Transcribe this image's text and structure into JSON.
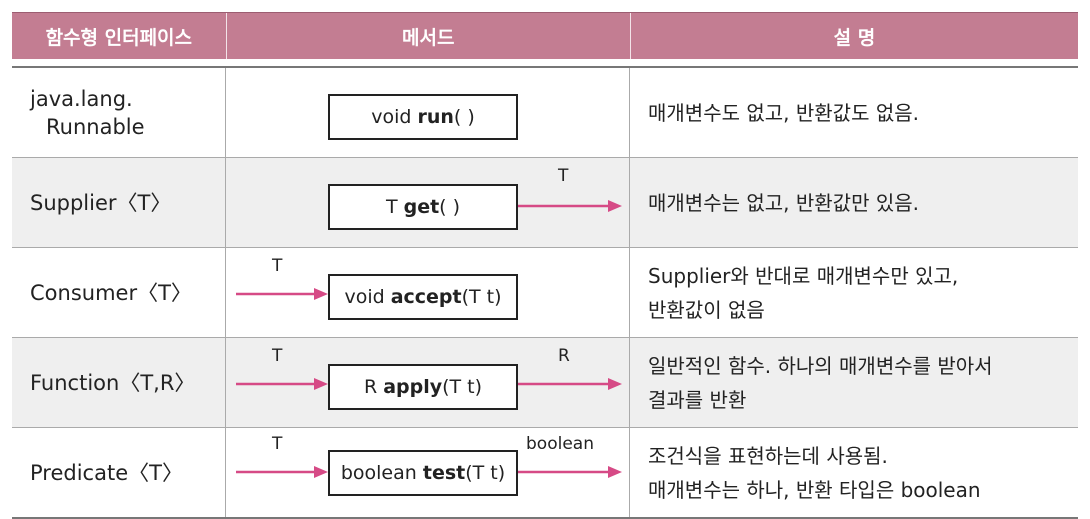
{
  "header": {
    "col_interface": "함수형 인터페이스",
    "col_method": "메서드",
    "col_desc": "설 명"
  },
  "rows": [
    {
      "iface_line1": "java.lang.",
      "iface_line2": "Runnable",
      "m_pre": "void ",
      "m_bold": "run",
      "m_post": "( )",
      "desc1": "매개변수도 없고, 반환값도 없음."
    },
    {
      "iface": "Supplier〈T〉",
      "m_pre": "T ",
      "m_bold": "get",
      "m_post": "( )",
      "out_label": "T",
      "desc1": "매개변수는 없고, 반환값만 있음."
    },
    {
      "iface": "Consumer〈T〉",
      "in_label": "T",
      "m_pre": "void ",
      "m_bold": "accept",
      "m_post": "(T t)",
      "desc1": "Supplier와 반대로 매개변수만 있고,",
      "desc2": "반환값이 없음"
    },
    {
      "iface": "Function〈T,R〉",
      "in_label": "T",
      "m_pre": "R ",
      "m_bold": "apply",
      "m_post": "(T t)",
      "out_label": "R",
      "desc1": "일반적인 함수. 하나의 매개변수를 받아서",
      "desc2": "결과를 반환"
    },
    {
      "iface": "Predicate〈T〉",
      "in_label": "T",
      "m_pre": "boolean ",
      "m_bold": "test",
      "m_post": "(T t)",
      "out_label": "boolean",
      "desc1": "조건식을 표현하는데 사용됨.",
      "desc2": "매개변수는 하나, 반환 타입은 boolean"
    }
  ],
  "colors": {
    "header_bg": "#c37d92",
    "arrow": "#d64a86",
    "row_alt_bg": "#efefef"
  }
}
